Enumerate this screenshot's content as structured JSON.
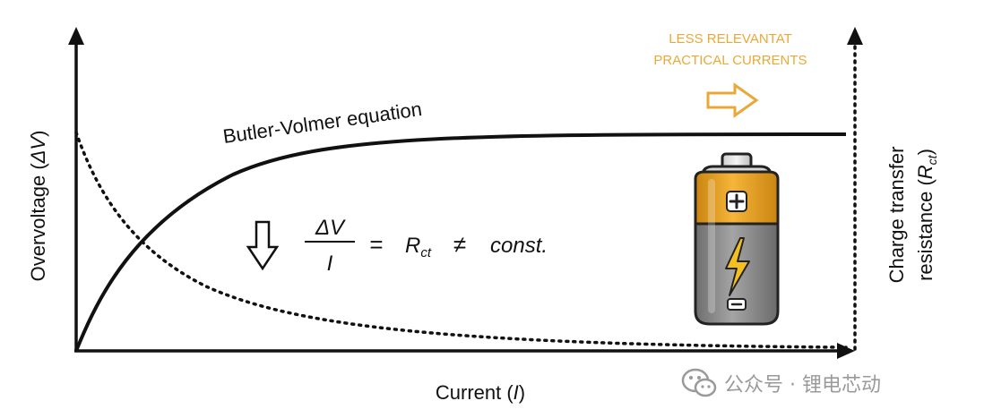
{
  "labels": {
    "bv_curve": "Butler-Volmer equation",
    "x_axis": "Current (",
    "x_axis_var": "I",
    "x_axis_close": ")",
    "y_left": "Overvoltage (",
    "y_left_var": "ΔV",
    "y_left_close": ")",
    "y_right_line1": "Charge transfer",
    "y_right_line2": "resistance (",
    "y_right_var": "R",
    "y_right_sub": "ct",
    "y_right_close": ")",
    "note_line1": "LESS RELEVANTAT",
    "note_line2": "PRACTICAL CURRENTS"
  },
  "equation": {
    "numerator": "ΔV",
    "denominator": "I",
    "equals": "=",
    "r": "R",
    "r_sub": "ct",
    "neq": "≠",
    "const": "const."
  },
  "watermark": {
    "text": "公众号 · 锂电芯动"
  },
  "colors": {
    "ink": "#111111",
    "note": "#e8a93a",
    "battery_top": "#f0a526",
    "battery_bottom": "#8c8c8c",
    "bolt": "#f4c020"
  }
}
